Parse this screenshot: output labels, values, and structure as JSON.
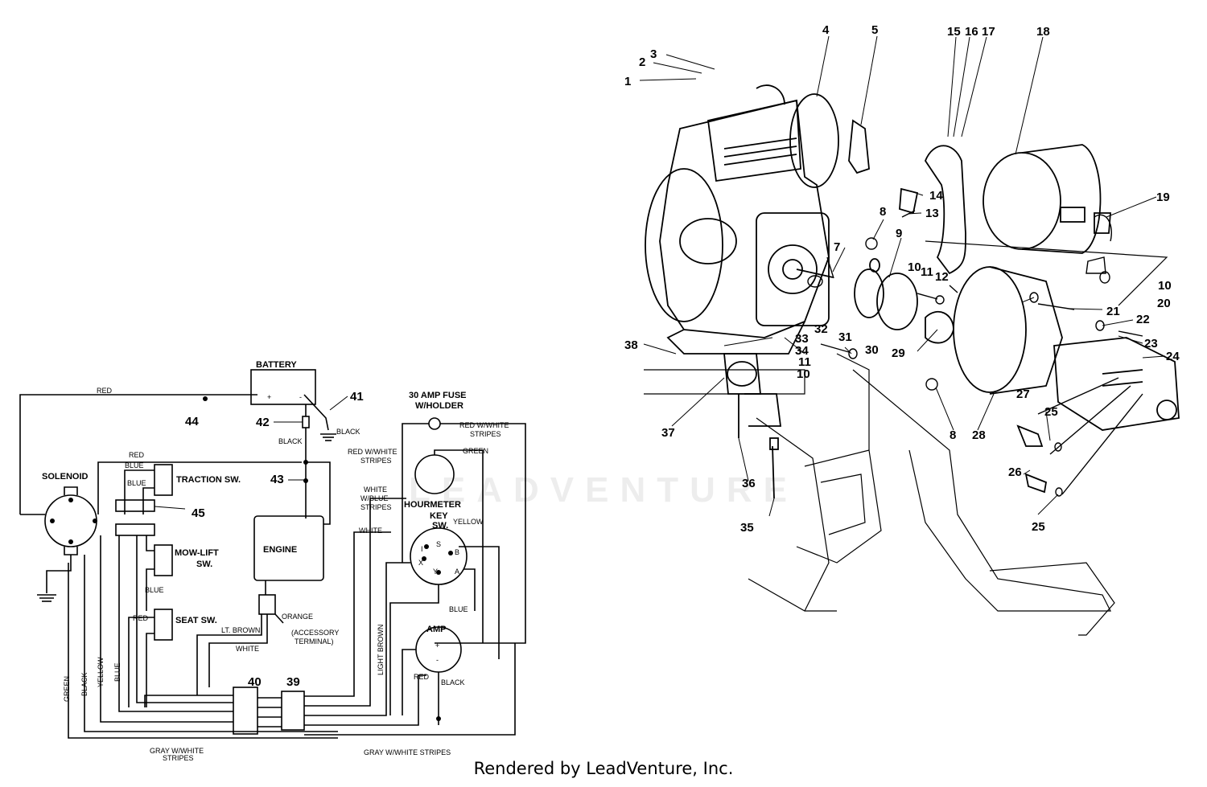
{
  "wiring": {
    "battery": "BATTERY",
    "plus": "+",
    "minus": "-",
    "fuse": "30 AMP FUSE",
    "fuse2": "W/HOLDER",
    "solenoid": "SOLENOID",
    "traction": "TRACTION SW.",
    "mowlift1": "MOW-LIFT",
    "mowlift2": "SW.",
    "seat": "SEAT SW.",
    "engine": "ENGINE",
    "hourmeter": "HOURMETER",
    "key1": "KEY",
    "key2": "SW.",
    "amp": "AMP",
    "accessory1": "(ACCESSORY",
    "accessory2": "TERMINAL)",
    "keyS": "S",
    "keyB": "B",
    "keyA": "A",
    "keyY": "Y",
    "keyX": "X",
    "keyI": "I",
    "ampPlus": "+",
    "ampMinus": "-"
  },
  "wires": {
    "red_top": "RED",
    "black_batt": "BLACK",
    "black_gnd": "BLACK",
    "red_trac": "RED",
    "blue1": "BLUE",
    "blue2": "BLUE",
    "blue_mow": "BLUE",
    "red_seat": "RED",
    "rws1": "RED W/WHITE",
    "rws1b": "STRIPES",
    "rws2": "RED W/WHITE",
    "rws2b": "STRIPES",
    "green_hm": "GREEN",
    "wbs1": "WHITE",
    "wbs2": "W/BLUE",
    "wbs3": "STRIPES",
    "white_key": "WHITE",
    "yellow_key": "YELLOW",
    "blue_key": "BLUE",
    "orange": "ORANGE",
    "ltbrown": "LT. BROWN",
    "white_eng": "WHITE",
    "lightbrown_v": "LIGHT BROWN",
    "red_amp": "RED",
    "black_amp": "BLACK",
    "green_v": "GREEN",
    "black_v": "BLACK",
    "yellow_v": "YELLOW",
    "blue_v": "BLUE",
    "gray1": "GRAY W/WHITE",
    "gray1b": "STRIPES",
    "gray2": "GRAY W/WHITE STRIPES"
  },
  "callouts": {
    "c1": "1",
    "c2": "2",
    "c3": "3",
    "c4": "4",
    "c5": "5",
    "c7": "7",
    "c8a": "8",
    "c8b": "8",
    "c9": "9",
    "c10a": "10",
    "c10b": "10",
    "c10c": "10",
    "c11a": "11",
    "c11b": "11",
    "c12": "12",
    "c13": "13",
    "c14": "14",
    "c15": "15",
    "c16": "16",
    "c17": "17",
    "c18": "18",
    "c19": "19",
    "c20": "20",
    "c21": "21",
    "c22": "22",
    "c23": "23",
    "c24": "24",
    "c25a": "25",
    "c25b": "25",
    "c26": "26",
    "c27": "27",
    "c28": "28",
    "c29": "29",
    "c30": "30",
    "c31": "31",
    "c32": "32",
    "c33": "33",
    "c34": "34",
    "c35": "35",
    "c36": "36",
    "c37": "37",
    "c38": "38",
    "c39": "39",
    "c40": "40",
    "c41": "41",
    "c42": "42",
    "c43": "43",
    "c44": "44",
    "c45": "45"
  },
  "watermark": "LEADVENTURE",
  "footer": "Rendered by LeadVenture, Inc."
}
